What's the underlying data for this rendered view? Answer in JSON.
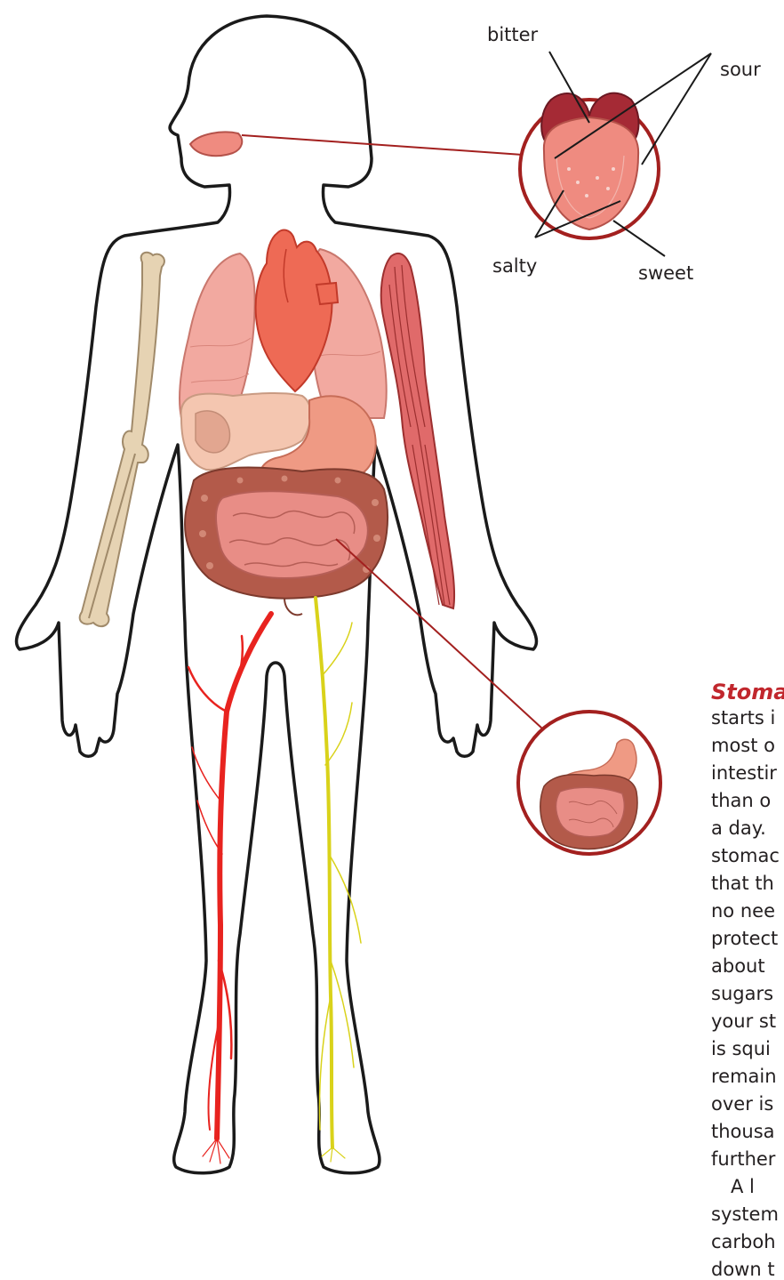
{
  "taste_labels": {
    "bitter": "bitter",
    "sour": "sour",
    "salty": "salty",
    "sweet": "sweet"
  },
  "side_text": {
    "title": "Stoma",
    "lines": [
      "starts i",
      "most o",
      "intestir",
      "than o",
      "a day.",
      "stomac",
      "that th",
      "no nee",
      "protect",
      "about",
      "sugars",
      "your st",
      "is squi",
      "remain",
      "over is",
      "thousa",
      "further",
      "A l",
      "system",
      "carboh",
      "down t"
    ]
  },
  "colors": {
    "outline": "#1a1a1a",
    "leader_line": "#a3201f",
    "artery": "#e8231f",
    "nerve": "#d9d21a",
    "bone": "#e6d3b3",
    "muscle": "#e06a6a",
    "heart": "#ee6a55",
    "lung": "#f2a9a0",
    "intestine": "#e88d86",
    "colon": "#b35a4a",
    "tongue": "#ef8b80",
    "accent_title": "#c1272d"
  },
  "icons": [
    "body-outline",
    "tongue-icon",
    "heart-icon",
    "lungs-icon",
    "arm-bone-icon",
    "arm-muscle-icon",
    "liver-icon",
    "stomach-icon",
    "intestines-icon",
    "artery-icon",
    "nerve-icon",
    "digestive-system-icon"
  ]
}
